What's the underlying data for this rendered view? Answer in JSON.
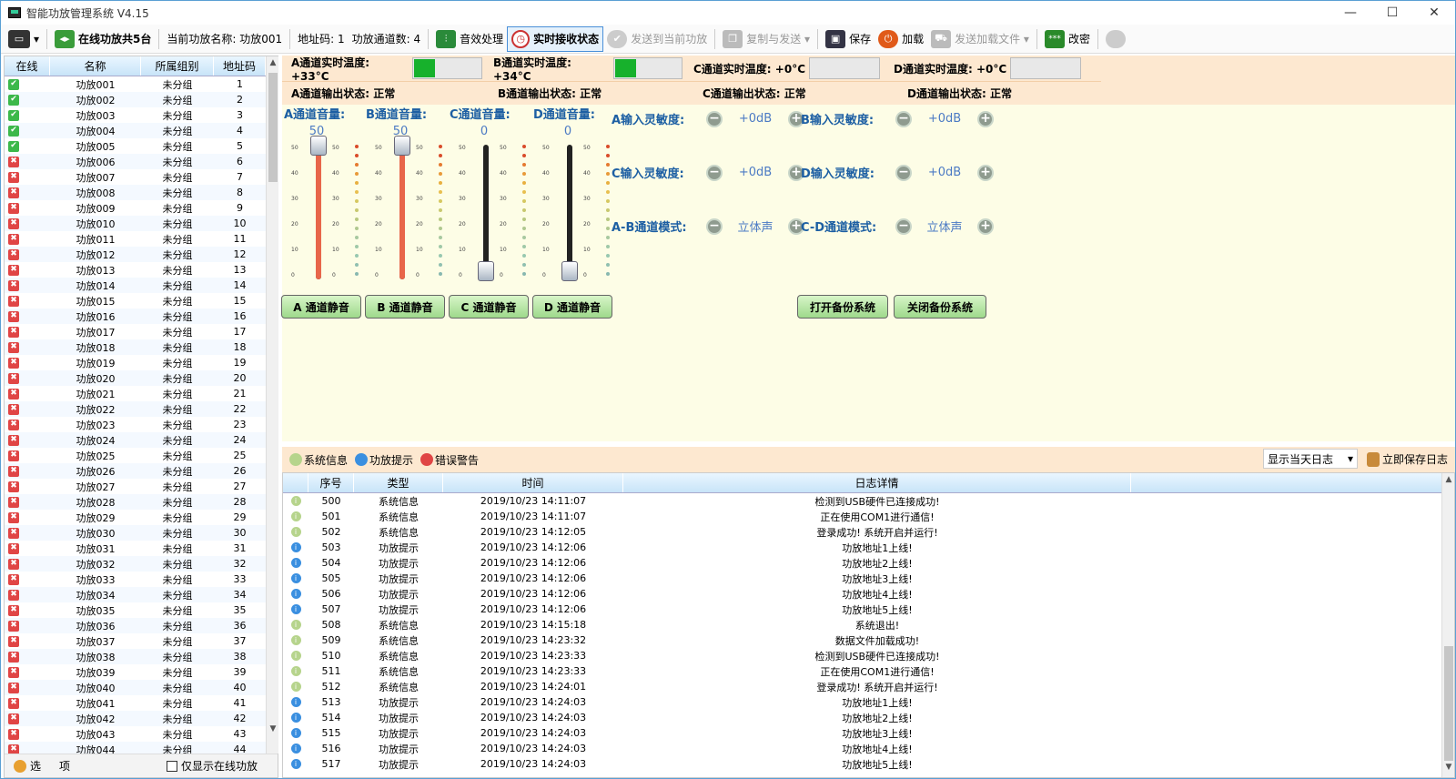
{
  "window": {
    "title": "智能功放管理系统  V4.15",
    "min": "—",
    "max": "☐",
    "close": "✕"
  },
  "toolbar": {
    "online": "在线功放共5台",
    "current_name": "当前功放名称: 功放001",
    "address": "地址码:  1",
    "channels": "功放通道数:  4",
    "effect": "音效处理",
    "realtime": "实时接收状态",
    "send_current": "发送到当前功放",
    "copy_send": "复制与发送",
    "save": "保存",
    "load": "加载",
    "send_load_file": "发送加载文件",
    "change_pwd": "改密",
    "pwd_icon": "***"
  },
  "list": {
    "headers": [
      "在线",
      "名称",
      "所属组别",
      "地址码"
    ],
    "group": "未分组",
    "online_count": 5,
    "prefix": "功放",
    "rows_shown": 44,
    "footer_select": "选",
    "footer_item": "项",
    "footer_check": "仅显示在线功放"
  },
  "status": {
    "temps": [
      {
        "label": "A通道实时温度: +33°C",
        "fill": 0.3
      },
      {
        "label": "B通道实时温度: +34°C",
        "fill": 0.3
      },
      {
        "label": "C通道实时温度: +0°C",
        "fill": 0
      },
      {
        "label": "D通道实时温度: +0°C",
        "fill": 0
      }
    ],
    "outputs": [
      "A通道输出状态: 正常",
      "B通道输出状态: 正常",
      "C通道输出状态: 正常",
      "D通道输出状态: 正常"
    ]
  },
  "volumes": [
    {
      "label": "A通道音量:",
      "value": "50",
      "level": 1.0,
      "mute": "A 通道静音"
    },
    {
      "label": "B通道音量:",
      "value": "50",
      "level": 1.0,
      "mute": "B 通道静音"
    },
    {
      "label": "C通道音量:",
      "value": "0",
      "level": 0.0,
      "mute": "C 通道静音"
    },
    {
      "label": "D通道音量:",
      "value": "0",
      "level": 0.0,
      "mute": "D 通道静音"
    }
  ],
  "scale_marks": [
    "50",
    "40",
    "30",
    "20",
    "10",
    "0"
  ],
  "sensitivity": [
    {
      "label": "A输入灵敏度:",
      "value": "+0dB"
    },
    {
      "label": "B输入灵敏度:",
      "value": "+0dB"
    },
    {
      "label": "C输入灵敏度:",
      "value": "+0dB"
    },
    {
      "label": "D输入灵敏度:",
      "value": "+0dB"
    },
    {
      "label": "A-B通道模式:",
      "value": "立体声"
    },
    {
      "label": "C-D通道模式:",
      "value": "立体声"
    }
  ],
  "backup": {
    "open": "打开备份系统",
    "close": "关闭备份系统"
  },
  "log": {
    "legend": [
      "系统信息",
      "功放提示",
      "错误警告"
    ],
    "filter": "显示当天日志",
    "save_now": "立即保存日志",
    "headers": [
      "序号",
      "类型",
      "时间",
      "日志详情"
    ],
    "rows": [
      {
        "no": "500",
        "type": "系统信息",
        "kind": "sys",
        "time": "2019/10/23  14:11:07",
        "detail": "检测到USB硬件已连接成功!"
      },
      {
        "no": "501",
        "type": "系统信息",
        "kind": "sys",
        "time": "2019/10/23  14:11:07",
        "detail": "正在使用COM1进行通信!"
      },
      {
        "no": "502",
        "type": "系统信息",
        "kind": "sys",
        "time": "2019/10/23  14:12:05",
        "detail": "登录成功! 系统开启并运行!"
      },
      {
        "no": "503",
        "type": "功放提示",
        "kind": "amp",
        "time": "2019/10/23  14:12:06",
        "detail": "功放地址1上线!"
      },
      {
        "no": "504",
        "type": "功放提示",
        "kind": "amp",
        "time": "2019/10/23  14:12:06",
        "detail": "功放地址2上线!"
      },
      {
        "no": "505",
        "type": "功放提示",
        "kind": "amp",
        "time": "2019/10/23  14:12:06",
        "detail": "功放地址3上线!"
      },
      {
        "no": "506",
        "type": "功放提示",
        "kind": "amp",
        "time": "2019/10/23  14:12:06",
        "detail": "功放地址4上线!"
      },
      {
        "no": "507",
        "type": "功放提示",
        "kind": "amp",
        "time": "2019/10/23  14:12:06",
        "detail": "功放地址5上线!"
      },
      {
        "no": "508",
        "type": "系统信息",
        "kind": "sys",
        "time": "2019/10/23  14:15:18",
        "detail": "系统退出!"
      },
      {
        "no": "509",
        "type": "系统信息",
        "kind": "sys",
        "time": "2019/10/23  14:23:32",
        "detail": "数据文件加载成功!"
      },
      {
        "no": "510",
        "type": "系统信息",
        "kind": "sys",
        "time": "2019/10/23  14:23:33",
        "detail": "检测到USB硬件已连接成功!"
      },
      {
        "no": "511",
        "type": "系统信息",
        "kind": "sys",
        "time": "2019/10/23  14:23:33",
        "detail": "正在使用COM1进行通信!"
      },
      {
        "no": "512",
        "type": "系统信息",
        "kind": "sys",
        "time": "2019/10/23  14:24:01",
        "detail": "登录成功! 系统开启并运行!"
      },
      {
        "no": "513",
        "type": "功放提示",
        "kind": "amp",
        "time": "2019/10/23  14:24:03",
        "detail": "功放地址1上线!"
      },
      {
        "no": "514",
        "type": "功放提示",
        "kind": "amp",
        "time": "2019/10/23  14:24:03",
        "detail": "功放地址2上线!"
      },
      {
        "no": "515",
        "type": "功放提示",
        "kind": "amp",
        "time": "2019/10/23  14:24:03",
        "detail": "功放地址3上线!"
      },
      {
        "no": "516",
        "type": "功放提示",
        "kind": "amp",
        "time": "2019/10/23  14:24:03",
        "detail": "功放地址4上线!"
      },
      {
        "no": "517",
        "type": "功放提示",
        "kind": "amp",
        "time": "2019/10/23  14:24:03",
        "detail": "功放地址5上线!"
      }
    ]
  }
}
